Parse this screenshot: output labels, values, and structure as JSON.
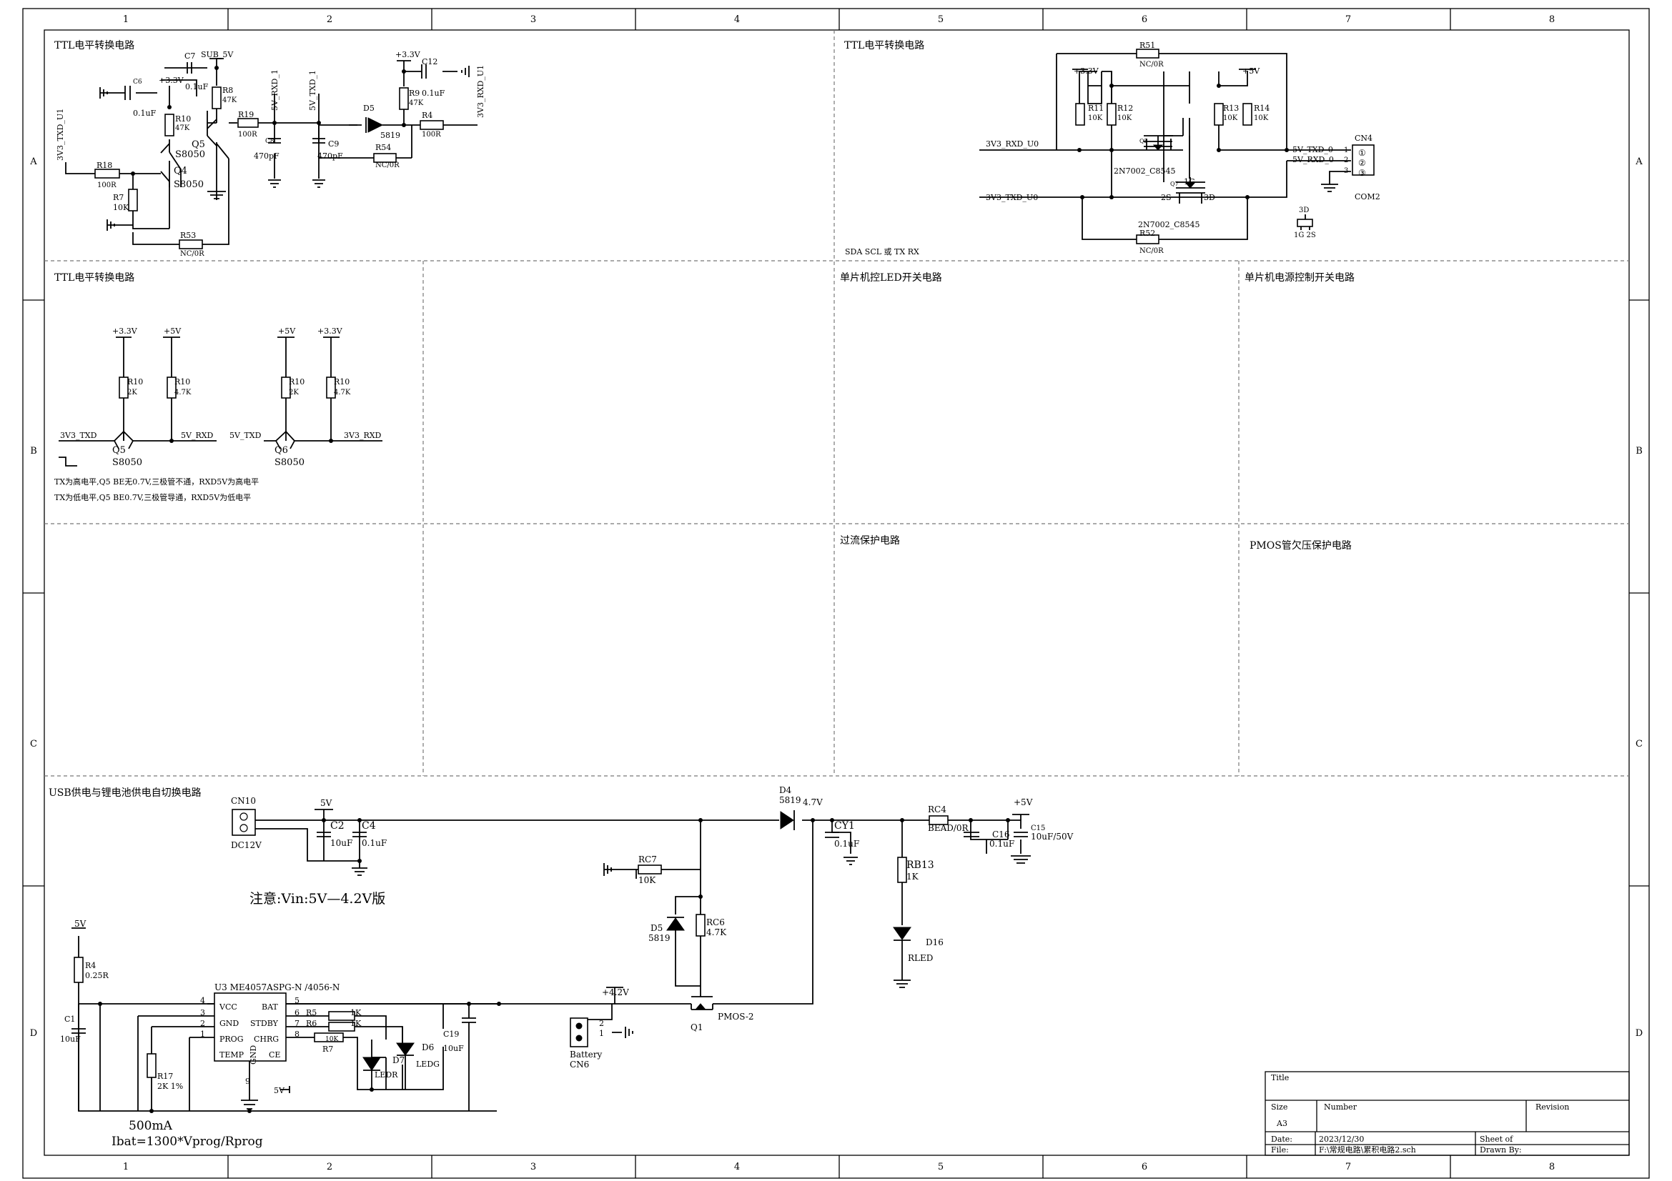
{
  "border": {
    "columns": [
      "1",
      "2",
      "3",
      "4",
      "5",
      "6",
      "7",
      "8"
    ],
    "rows": [
      "A",
      "B",
      "C",
      "D"
    ]
  },
  "panels": {
    "p1_title": "TTL电平转换电路",
    "p2_title": "TTL电平转换电路",
    "p2_note": "SDA  SCL  或  TX  RX",
    "p3_title": "TTL电平转换电路",
    "p3_note1": "TX为高电平,Q5 BE无0.7V,三极管不通，RXD5V为高电平",
    "p3_note2": "TX为低电平,Q5 BE0.7V,三极管导通，RXD5V为低电平",
    "p4_title": "单片机控LED开关电路",
    "p5_title": "单片机电源控制开关电路",
    "p6_title": "过流保护电路",
    "p7_title": "PMOS管欠压保护电路",
    "p8_title": "USB供电与锂电池供电自切换电路",
    "p8_note": "注意:Vin:5V—4.2V版",
    "p8_current": "500mA",
    "p8_formula": "Ibat=1300*Vprog/Rprog"
  },
  "p1": {
    "net_txd": "3V3_TXD_U1",
    "net_5vrxd": "5V_RXD_1",
    "net_5vtxd": "5V_TXD_1",
    "net_3v3rxd": "3V3_RXD_U1",
    "c7": "C7",
    "c7v": "0.1uF",
    "sub5v": "SUB_5V",
    "c6": "C6",
    "c6v": "0.1uF",
    "p33": "+3.3V",
    "p33b": "+3.3V",
    "r8": "R8",
    "r8v": "47K",
    "r10": "R10",
    "r10v": "47K",
    "r19": "R19",
    "r19v": "100R",
    "q5": "Q5",
    "q5v": "S8050",
    "q4": "Q4",
    "q4v": "S8050",
    "r18": "R18",
    "r18v": "100R",
    "r7": "R7",
    "r7v": "10K",
    "r53": "R53",
    "r53v": "NC/0R",
    "c8": "C8",
    "c8v": "470pF",
    "c9": "C9",
    "c9v": "470pF",
    "d5": "D5",
    "d5v": "5819",
    "r9": "R9",
    "r9v": "47K",
    "c12": "C12",
    "c12v": "0.1uF",
    "r54": "R54",
    "r54v": "NC/0R",
    "r4": "R4",
    "r4v": "100R"
  },
  "p2": {
    "r51": "R51",
    "r51v": "NC/0R",
    "p33": "+3.3V",
    "p5": "+5V",
    "r11": "R11",
    "r11v": "10K",
    "r12": "R12",
    "r12v": "10K",
    "r13": "R13",
    "r13v": "10K",
    "r14": "R14",
    "r14v": "10K",
    "net_rx": "3V3_RXD_U0",
    "net_tx": "3V3_TXD_U0",
    "q5": "Q5",
    "q5v": "2N7002_C8545",
    "q7": "Q7",
    "q7v": "2N7002_C8545",
    "g": "1G",
    "s": "2S",
    "d": "3D",
    "r52": "R52",
    "r52v": "NC/0R",
    "cn4": "CN4",
    "cn4v": "COM2",
    "p1": "5V_TXD_0",
    "p2": "5V_RXD_0",
    "n1": "1",
    "n2": "2",
    "n3": "3",
    "s1": "①",
    "s2": "②",
    "s3": "③",
    "leg3d": "3D",
    "leg1g2s": "1G   2S"
  },
  "p3": {
    "p33": "+3.3V",
    "p5": "+5V",
    "p5b": "+5V",
    "p33b": "+3.3V",
    "r10a": "R10",
    "r10av": "2K",
    "r10b": "R10",
    "r10bv": "4.7K",
    "r10c": "R10",
    "r10cv": "2K",
    "r10d": "R10",
    "r10dv": "4.7K",
    "n1": "3V3_TXD",
    "n2": "5V_RXD",
    "n3": "5V_TXD",
    "n4": "3V3_RXD",
    "q5": "Q5",
    "q5v": "S8050",
    "q6": "Q6",
    "q6v": "S8050"
  },
  "p8": {
    "cn10": "CN10",
    "cn10v": "DC12V",
    "v5": "5V",
    "c2": "C2",
    "c2v": "10uF",
    "c4": "C4",
    "c4v": "0.1uF",
    "d4": "D4",
    "d4v": "5819",
    "v42": "4.7V",
    "cy1": "CY1",
    "cy1v": "0.1uF",
    "rc4": "RC4",
    "rc4v": "BEAD/0R",
    "c16": "C16",
    "c16v": "0.1uF",
    "p5": "+5V",
    "c15": "C15",
    "c15v": "10uF/50V",
    "rb13": "RB13",
    "rb13v": "1K",
    "d16": "D16",
    "d16v": "RLED",
    "rc7": "RC7",
    "rc7v": "10K",
    "d5": "D5",
    "d5v": "5819",
    "rc6": "RC6",
    "rc6v": "4.7K",
    "q1": "Q1",
    "q1v": "PMOS-2",
    "v42b": "+4.2V",
    "cn6": "CN6",
    "cn6v": "Battery",
    "cn6p2": "2",
    "cn6p1": "1",
    "v5b": "5V",
    "r4": "R4",
    "r4v": "0.25R",
    "c1": "C1",
    "c1v": "10uF",
    "u3": "U3  ME4057ASPG-N /4056-N",
    "vcc": "VCC",
    "gnd": "GND",
    "prog": "PROG",
    "temp": "TEMP",
    "bat": "BAT",
    "stdby": "STDBY",
    "chrg": "CHRG",
    "ce": "CE",
    "gnd2": "GND",
    "pin4": "4",
    "pin3": "3",
    "pin2": "2",
    "pin1": "1",
    "pin5": "5",
    "pin6": "6",
    "pin7": "7",
    "pin8": "8",
    "pin9": "9",
    "r5": "R5",
    "r5v": "1K",
    "r6": "R6",
    "r6v": "1K",
    "r7": "R7",
    "r7v": "10K",
    "d7": "D7",
    "d7v": "LEDR",
    "d6": "D6",
    "d6v": "LEDG",
    "c19": "C19",
    "c19v": "10uF",
    "r17": "R17",
    "r17v": "2K 1%",
    "v5c": "5V"
  },
  "titleblock": {
    "title_label": "Title",
    "size_label": "Size",
    "size_value": "A3",
    "number_label": "Number",
    "revision_label": "Revision",
    "date_label": "Date:",
    "date_value": "2023/12/30",
    "file_label": "File:",
    "file_value": "F:\\常规电路\\累积电路2.sch",
    "sheet_label": "Sheet    of",
    "drawn_label": "Drawn By:"
  }
}
